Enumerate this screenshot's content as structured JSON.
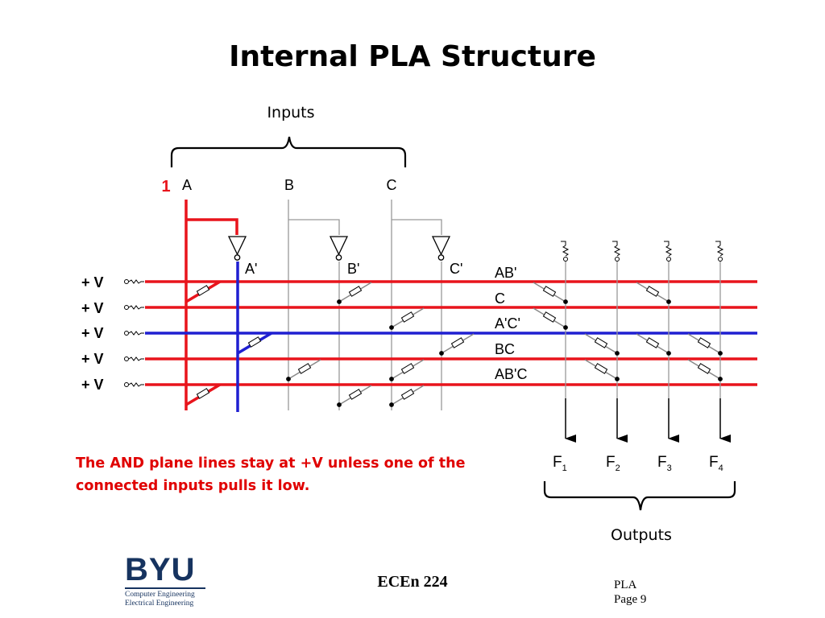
{
  "slide": {
    "title": "Internal PLA Structure",
    "caption": "The AND plane lines stay at +V unless one of the connected inputs pulls it low.",
    "course": "ECEn 224",
    "page_label": "PLA",
    "page_number": "Page 9"
  },
  "logo": {
    "name": "BYU",
    "line1": "Computer Engineering",
    "line2": "Electrical Engineering"
  },
  "diagram": {
    "inputs_label": "Inputs",
    "outputs_label": "Outputs",
    "constant_label": "1",
    "inputs": [
      "A",
      "B",
      "C"
    ],
    "inverted_inputs": [
      "A'",
      "B'",
      "C'"
    ],
    "supply_label": "+ V",
    "product_terms": [
      "AB'",
      "C",
      "A'C'",
      "BC",
      "AB'C"
    ],
    "outputs": [
      {
        "letter": "F",
        "sub": "1"
      },
      {
        "letter": "F",
        "sub": "2"
      },
      {
        "letter": "F",
        "sub": "3"
      },
      {
        "letter": "F",
        "sub": "4"
      }
    ]
  },
  "colors": {
    "active": "#e8141c",
    "low": "#1f1fd1",
    "wire": "#999999",
    "caption": "#e00000"
  }
}
